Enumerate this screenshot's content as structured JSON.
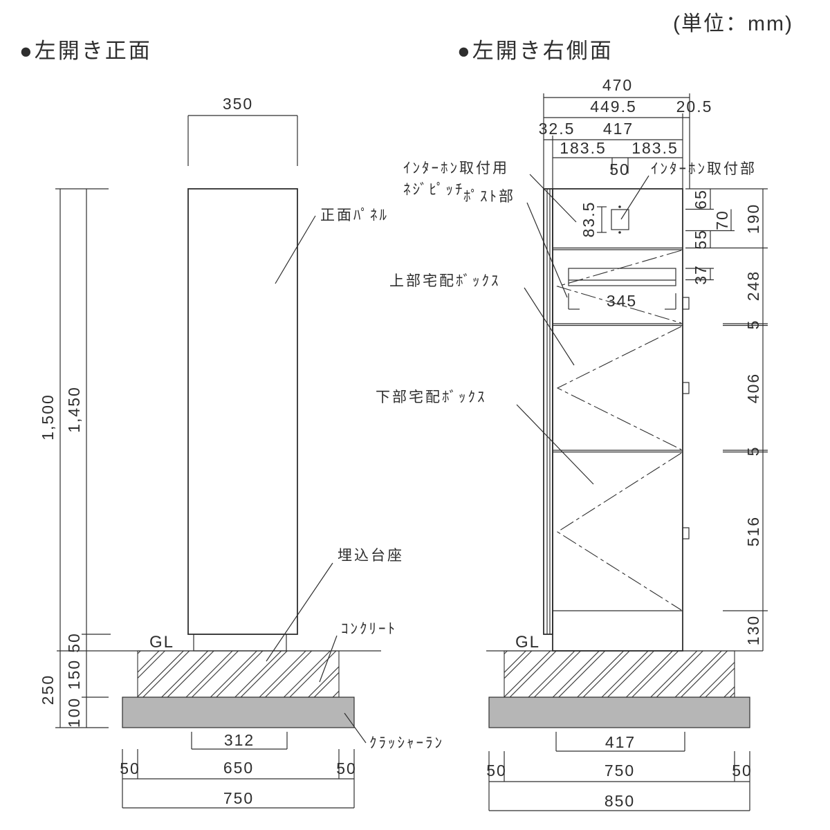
{
  "page": {
    "unit_note": "(単位：mm)"
  },
  "front": {
    "title": "●左開き正面",
    "labels": {
      "gl": "GL",
      "panel": "正面ﾊﾟﾈﾙ",
      "pedestal": "埋込台座",
      "concrete": "ｺﾝｸﾘｰﾄ",
      "crusher": "ｸﾗｯｼｬｰﾗﾝ"
    },
    "dims": {
      "panel_width": "350",
      "total_height": "1,500",
      "panel_height": "1,450",
      "pedestal_height": "50",
      "concrete_depth": "150",
      "crusher_depth": "100",
      "below_ground_total": "250",
      "pedestal_width": "312",
      "margin_left": "50",
      "concrete_width": "650",
      "margin_right": "50",
      "crusher_width": "750"
    }
  },
  "side": {
    "title": "●左開き右側面",
    "labels": {
      "gl": "GL",
      "screw_pitch_line1": "ｲﾝﾀｰﾎﾝ取付用",
      "screw_pitch_line2": "ﾈｼﾞﾋﾟｯﾁ",
      "intercom_mount": "ｲﾝﾀｰﾎﾝ取付部",
      "post_section": "ﾎﾟｽﾄ部",
      "upper_box": "上部宅配ﾎﾞｯｸｽ",
      "lower_box": "下部宅配ﾎﾞｯｸｽ"
    },
    "dims": {
      "total_depth": "470",
      "depth_449": "449.5",
      "rear_gap": "20.5",
      "front_panel": "32.5",
      "body_depth": "417",
      "screw_left": "183.5",
      "screw_right": "183.5",
      "screw_pitch_h": "50",
      "screw_pitch_v": "83.5",
      "top_to_intercom": "65",
      "intercom_h": "70",
      "intercom_to_post": "55",
      "post_area": "190",
      "slot_height": "37",
      "slot_width": "345",
      "post_box_h": "248",
      "divider_a": "5",
      "upper_box_h": "406",
      "divider_b": "5",
      "lower_box_h": "516",
      "base_h": "130",
      "pedestal_depth": "417",
      "margin_left": "50",
      "concrete_depth_w": "750",
      "margin_right": "50",
      "crusher_depth_w": "850"
    }
  },
  "colors": {
    "line": "#2e2e2e",
    "crusher_fill": "#b6b6b6",
    "background": "#ffffff"
  }
}
